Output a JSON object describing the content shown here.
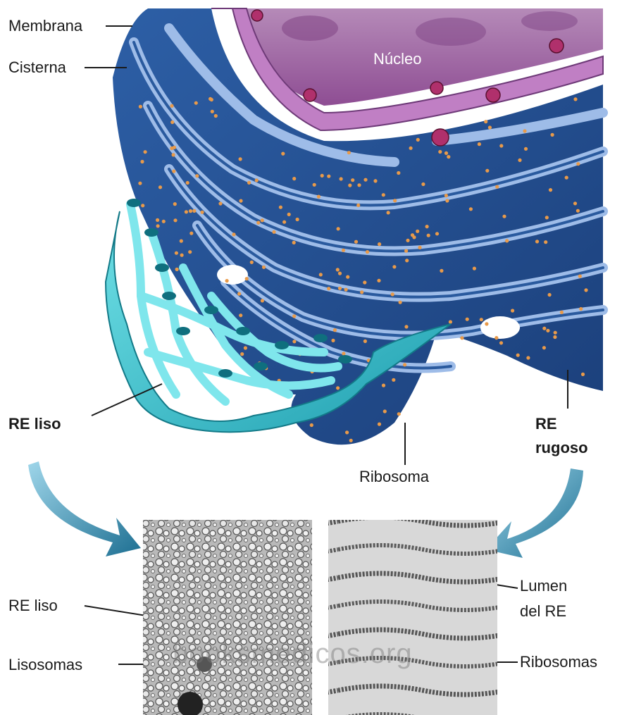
{
  "labels": {
    "membrana": "Membrana",
    "cisterna": "Cisterna",
    "nucleo": "Núcleo",
    "re_liso_top": "RE liso",
    "re_rugoso_1": "RE",
    "re_rugoso_2": "rugoso",
    "ribosoma": "Ribosoma",
    "re_liso_micro": "RE liso",
    "lisosomas": "Lisosomas",
    "lumen_1": "Lumen",
    "lumen_2": "del RE",
    "ribosomas": "Ribosomas"
  },
  "watermark": "booksmedicos.org",
  "colors": {
    "er_dark": "#1f4f8f",
    "er_mid": "#3d74b8",
    "er_light": "#8fb0e0",
    "smooth_er": "#3fc3cf",
    "nucleus": "#9a5a9e",
    "ribosome": "#e89a4a",
    "arrow": "#2a7fa0"
  },
  "icons": {
    "left_arrow": "curved-arrow-icon",
    "right_arrow": "curved-arrow-icon"
  }
}
